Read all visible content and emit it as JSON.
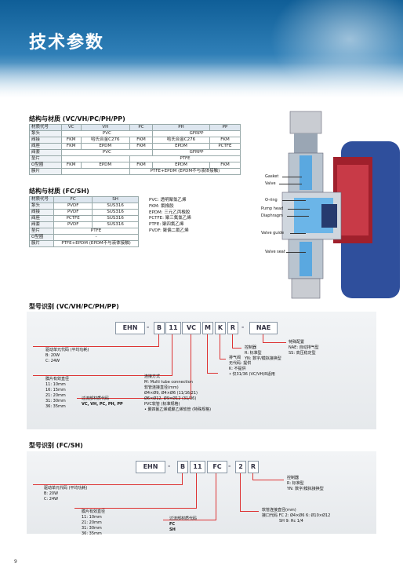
{
  "page": {
    "title": "技术参数",
    "number": "9"
  },
  "table1": {
    "title": "结构与材质 (VC/VH/PC/PH/PP)",
    "headers": [
      "材质代号",
      "VC",
      "VH",
      "PC",
      "PH",
      "PP"
    ],
    "rows": [
      [
        "泵头",
        "PVC",
        "",
        "",
        "GFRPP",
        ""
      ],
      [
        "阀接",
        "FKM",
        "哈氏合金C276",
        "FKM",
        "哈氏合金C276",
        "FKM"
      ],
      [
        "阀座",
        "FKM",
        "EPDM",
        "FKM",
        "EPDM",
        "PCTFE"
      ],
      [
        "阀套",
        "PVC",
        "",
        "",
        "GFRPP",
        ""
      ],
      [
        "垫片",
        "",
        "",
        "PTFE",
        "",
        ""
      ],
      [
        "O型圈",
        "FKM",
        "EPDM",
        "FKM",
        "EPDM",
        "FKM"
      ],
      [
        "膜片",
        "",
        "",
        "PTFE+EPDM (EPDM不与液体接触)",
        "",
        ""
      ]
    ]
  },
  "table2": {
    "title": "结构与材质 (FC/SH)",
    "headers": [
      "材质代号",
      "FC",
      "SH"
    ],
    "rows": [
      [
        "泵头",
        "PVDF",
        "SUS316"
      ],
      [
        "阀接",
        "PVDF",
        "SUS316"
      ],
      [
        "阀座",
        "PCTFE",
        "SUS316"
      ],
      [
        "阀套",
        "PVDF",
        "SUS316"
      ],
      [
        "垫片",
        "PTFE",
        ""
      ],
      [
        "O型圈",
        "-",
        ""
      ],
      [
        "膜片",
        "PTFE+EPDM (EPDM不与液体接触)",
        ""
      ]
    ]
  },
  "notes": [
    "PVC: 透明聚氯乙烯",
    "FKM: 氟橡胶",
    "EPDM: 三元乙丙橡胶",
    "PCTFE: 聚三氟氯乙烯",
    "PTFE: 聚四氟乙烯",
    "PVDF: 聚偏二氟乙烯"
  ],
  "pump_labels": [
    "Gasket",
    "Valve",
    "O-ring",
    "Pump head",
    "Diaphragm",
    "Valve guide",
    "Valve seat"
  ],
  "model1": {
    "title": "型号识别 (VC/VH/PC/PH/PP)",
    "codes": [
      "EHN",
      "B",
      "11",
      "VC",
      "M",
      "K",
      "R",
      "NAE"
    ],
    "drive": {
      "title": "驱动单元代码 (平均功耗)",
      "lines": [
        "B: 20W",
        "C: 24W"
      ]
    },
    "stroke": {
      "title": "膜片有效直径",
      "lines": [
        "11: 10mm",
        "16: 15mm",
        "21: 20mm",
        "31: 30mm",
        "36: 35mm"
      ]
    },
    "material": {
      "title": "过流部材质代码",
      "lines": [
        "VC, VH, PC, PH, PP"
      ]
    },
    "connection": {
      "title": "连接方式",
      "lines": [
        "M: Multi tube connection",
        "软管连接直径(mm)",
        "Ø4×Ø9, Ø4×Ø6 (11/16/21)",
        "Ø6×Ø12, Ø9×Ø12 (31/36)",
        "PVC软管 (标准规格)",
        "• 聚四氟乙烯或聚乙烯软管 (特殊规格)"
      ]
    },
    "vent": {
      "title": "排气阀",
      "lines": [
        "无代码: 提供",
        "K: 不提供",
        "• 仅31/36 (VC/VH)R适用"
      ]
    },
    "control": {
      "title": "控制器",
      "lines": [
        "R: 标准型",
        "YN: 数字/模拟接换型"
      ]
    },
    "special": {
      "title": "特殊配置",
      "lines": [
        "NAE: 自动排气型",
        "SS: 高压稳定型"
      ]
    }
  },
  "model2": {
    "title": "型号识别 (FC/SH)",
    "codes": [
      "EHN",
      "B",
      "11",
      "FC",
      "2",
      "R"
    ],
    "drive": {
      "title": "驱动单元代码 (平均功耗)",
      "lines": [
        "B: 20W",
        "C: 24W"
      ]
    },
    "stroke": {
      "title": "膜片有效直径",
      "lines": [
        "11: 10mm",
        "21: 20mm",
        "31: 30mm",
        "36: 35mm"
      ]
    },
    "material": {
      "title": "过流部材质代码",
      "lines": [
        "FC",
        "SH"
      ]
    },
    "connection": {
      "title": "软管连接直径(mm)",
      "lines": [
        "接口代码 FC  2: Ø4×Ø6  6: Ø10×Ø12",
        "SH  9: Rc 1/4"
      ]
    },
    "control": {
      "title": "控制器",
      "lines": [
        "R: 标准型",
        "YN: 数字/模拟接换型"
      ]
    }
  },
  "colors": {
    "banner": "#0f5e97",
    "accent": "#d33333",
    "panel": "#e6e9ec"
  }
}
